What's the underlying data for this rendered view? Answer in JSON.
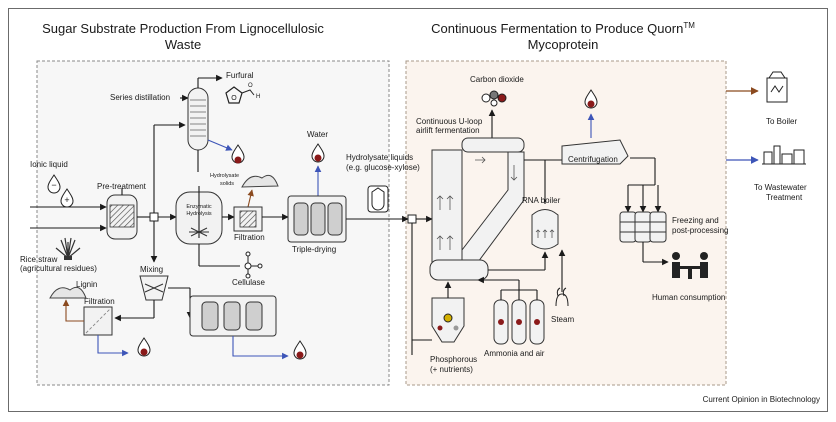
{
  "titles": {
    "left": "Sugar Substrate Production From Lignocellulosic",
    "left_line2": "Waste",
    "right": "Continuous Fermentation to Produce Quorn",
    "right_sup": "TM",
    "right_line2": "Mycoprotein"
  },
  "labels": {
    "ionic_liquid": "Ionic liquid",
    "pre_treatment": "Pre-treatment",
    "rice_straw": "Rice straw",
    "rice_straw_sub": "(agricultural residues)",
    "series_distillation": "Series distillation",
    "furfural": "Furfural",
    "enzymatic_hydrolysis": "Enzymatic",
    "enzymatic_hydrolysis_2": "Hydrolysis",
    "hydrolysate_solids": "Hydrolysate",
    "hydrolysate_solids_2": "solids",
    "filtration_1": "Filtration",
    "cellulase": "Cellulase",
    "mixing": "Mixing",
    "lignin": "Lignin",
    "filtration_2": "Filtration",
    "water": "Water",
    "triple_drying": "Triple-drying",
    "hydrolysate_liquids": "Hydrolysate liquids",
    "hydrolysate_liquids_sub": "(e.g. glucose-xylose)",
    "carbon_dioxide": "Carbon dioxide",
    "airlift_1": "Continuous U-loop",
    "airlift_2": "airlift fermentation",
    "centrifugation": "Centrifugation",
    "rna_boiler": "RNA boiler",
    "freezing_1": "Freezing and",
    "freezing_2": "post-processing",
    "human_consumption": "Human consumption",
    "phosphorous": "Phosphorous",
    "phosphorous_sub": "(+ nutrients)",
    "ammonia": "Ammonia and air",
    "steam": "Steam",
    "to_boiler": "To Boiler",
    "to_wastewater_1": "To Wastewater",
    "to_wastewater_2": "Treatment",
    "source": "Current Opinion in Biotechnology"
  },
  "colors": {
    "brown_arrow": "#8b4a1f",
    "blue_arrow": "#3d55b8",
    "drop_dot": "#8a1a1a"
  },
  "icons": [
    "droplet-icon",
    "furan-molecule-icon",
    "pile-icon",
    "rice-straw-icon",
    "valve-icon",
    "factory-icon",
    "table-people-icon",
    "co2-molecule-icon",
    "lab-flask-icon",
    "droplet-plus-icon",
    "droplet-minus-icon"
  ]
}
